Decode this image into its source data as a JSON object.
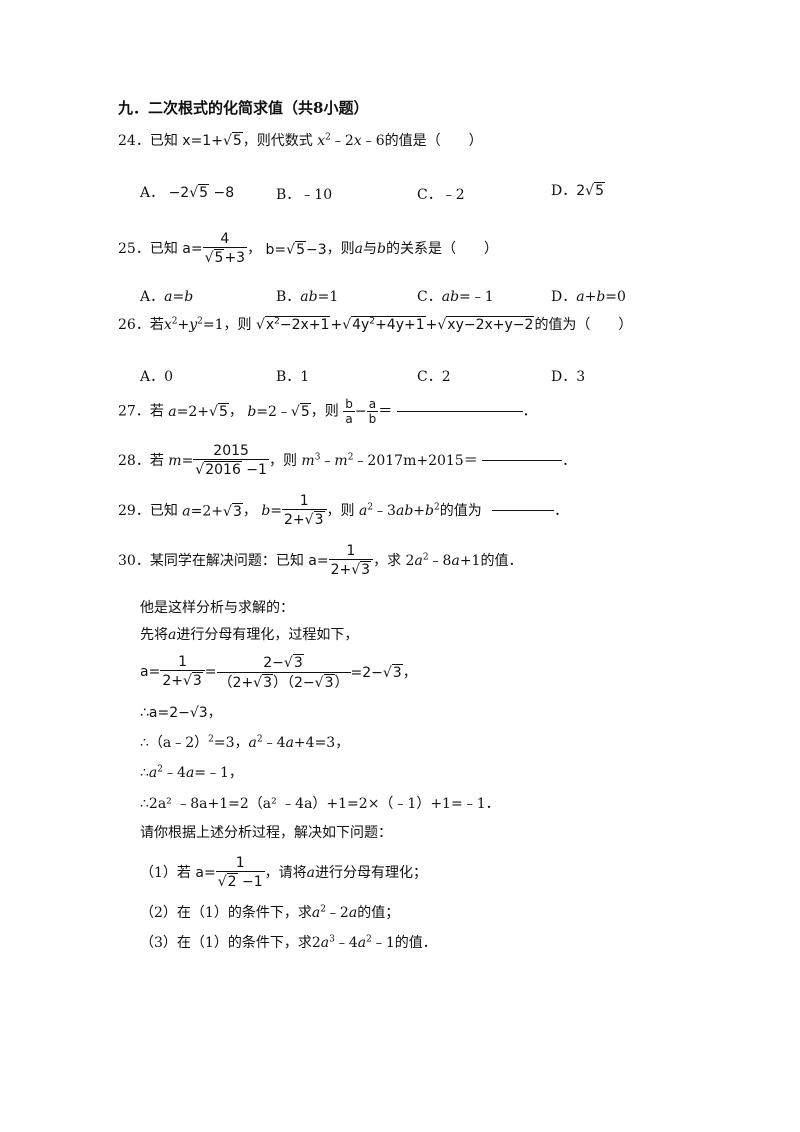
{
  "section_title": "九．二次根式的化简求值（共8小题）",
  "q24": {
    "num": "24．",
    "t1": "已知",
    "t2": "，则代数式",
    "t3": "的值是（　　）",
    "options": [
      "A．",
      "B．﹣10",
      "C．﹣2",
      "D．"
    ]
  },
  "q25": {
    "num": "25．",
    "t1": "已知",
    "t2": "，",
    "t3": "，则",
    "t4": "与",
    "t5": "的关系是（　　）",
    "options": [
      "A．",
      "B．",
      "C．",
      "D．"
    ]
  },
  "q26": {
    "num": "26．",
    "t1": "若",
    "t2": "=1，则",
    "t3": "的值为（　　）",
    "options": [
      "A．0",
      "B．1",
      "C．2",
      "D．3"
    ]
  },
  "q27": {
    "num": "27．",
    "t1": "若",
    "t2": "，",
    "t3": "，则",
    "t4": "＝"
  },
  "q28": {
    "num": "28．",
    "t1": "若",
    "t2": "，则",
    "t3": "﹣2017m+2015＝"
  },
  "q29": {
    "num": "29．",
    "t1": "已知",
    "t2": "，",
    "t3": "，则",
    "t4": "的值为"
  },
  "q30": {
    "num": "30．",
    "t1": "某同学在解决问题：已知",
    "t2": "，求",
    "t3": "的值．",
    "l1": "他是这样分析与求解的：",
    "l2a": "先将",
    "l2b": "进行分母有理化，过程如下，",
    "l4": "∴a=2−√3，",
    "l5a": "∴（a﹣2）",
    "l5b": "=3，",
    "l5c": "=3，",
    "l6": "=﹣1，",
    "l7": "∴2a² ﹣8a+1=2（a² ﹣4a）+1=2×（﹣1）+1=﹣1．",
    "l8": "请你根据上述分析过程，解决如下问题：",
    "p1a": "（1）若",
    "p1b": "，请将",
    "p1c": "进行分母有理化；",
    "p2a": "（2）在（1）的条件下，求",
    "p2b": "的值；",
    "p3a": "（3）在（1）的条件下，求",
    "p3b": "的值．"
  }
}
